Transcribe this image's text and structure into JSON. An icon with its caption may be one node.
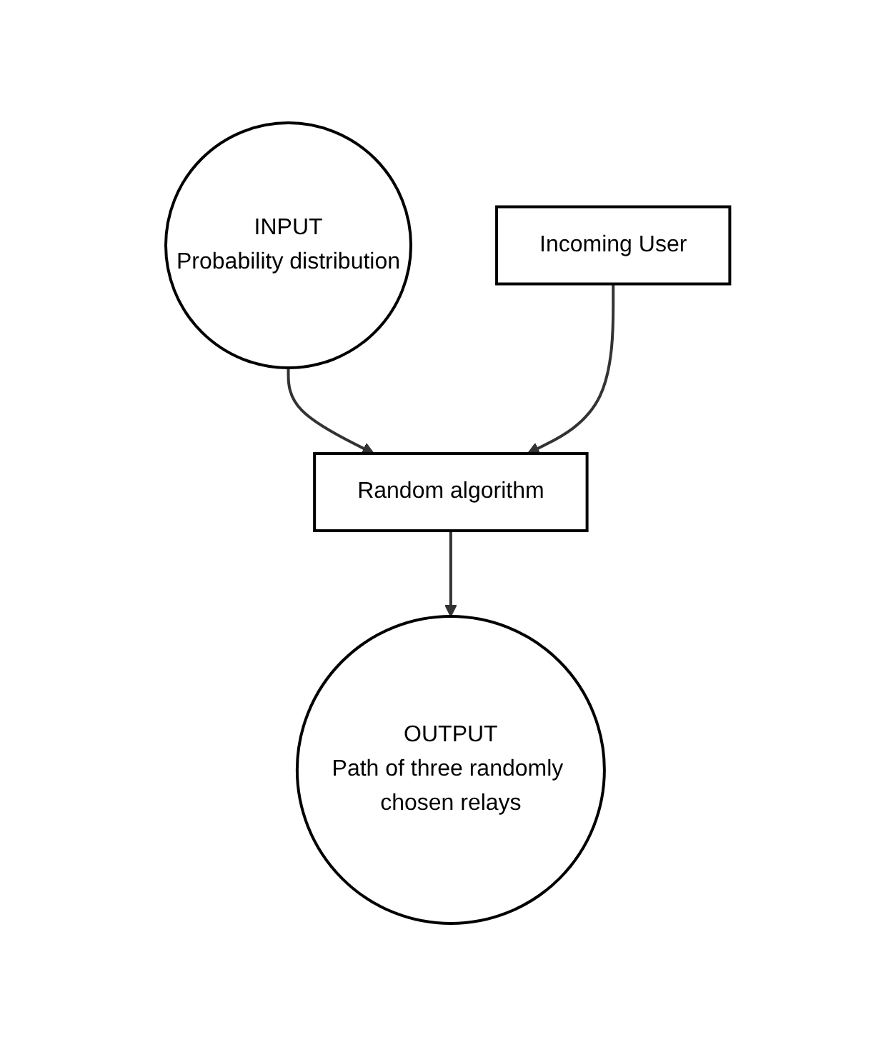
{
  "diagram": {
    "nodes": [
      {
        "text": [
          "INPUT",
          "Probability distribution"
        ]
      },
      {
        "text": [
          "Incoming User"
        ]
      },
      {
        "text": [
          "Random algorithm"
        ]
      },
      {
        "text": [
          "OUTPUT",
          "Path of three randomly chosen relays"
        ]
      }
    ],
    "edges": [
      {
        "from": 0,
        "to": 2,
        "arrow": "to"
      },
      {
        "from": 1,
        "to": 2,
        "arrow": "to"
      },
      {
        "from": 2,
        "to": 3,
        "arrow": "to"
      }
    ]
  }
}
